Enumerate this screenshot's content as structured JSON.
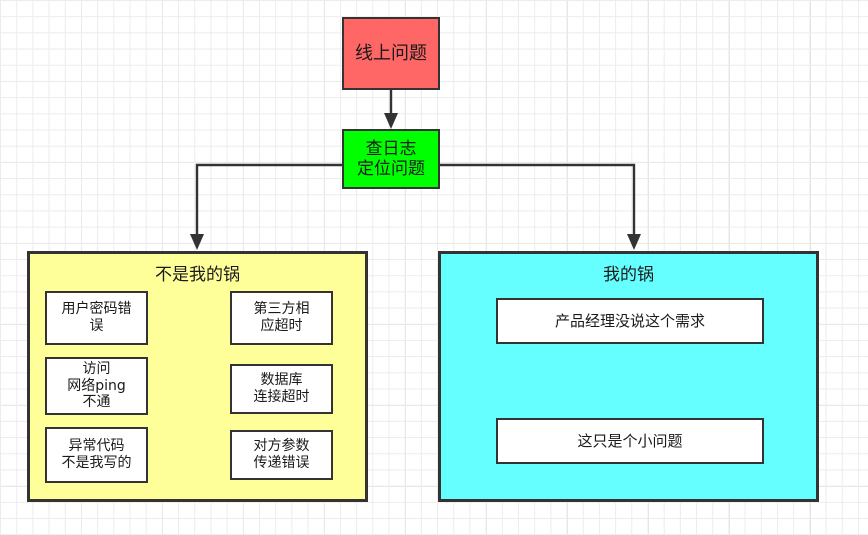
{
  "diagram": {
    "title_node": {
      "label": "线上问题",
      "color": "#ff6666"
    },
    "process_node": {
      "label": "查日志\n定位问题",
      "color": "#00ff00"
    },
    "groups": [
      {
        "name": "not-my-fault",
        "title": "不是我的锅",
        "color": "#ffff99",
        "items": [
          {
            "name": "user-password",
            "label": "用户密码错\n误"
          },
          {
            "name": "network-ping",
            "label": "访问\n网络ping\n不通"
          },
          {
            "name": "exception-code",
            "label": "异常代码\n不是我写的"
          },
          {
            "name": "third-party",
            "label": "第三方相\n应超时"
          },
          {
            "name": "db-timeout",
            "label": "数据库\n连接超时"
          },
          {
            "name": "param-error",
            "label": "对方参数\n传递错误"
          }
        ]
      },
      {
        "name": "my-fault",
        "title": "我的锅",
        "color": "#66ffff",
        "items": [
          {
            "name": "pm-no-request",
            "label": "产品经理没说这个需求"
          },
          {
            "name": "small-issue",
            "label": "这只是个小问题"
          }
        ]
      }
    ],
    "connectors": [
      {
        "name": "online-issue-to-check-log",
        "from": "线上问题",
        "to": "查日志定位问题"
      },
      {
        "name": "check-log-to-not-my-fault",
        "from": "查日志定位问题",
        "to": "不是我的锅"
      },
      {
        "name": "check-log-to-my-fault",
        "from": "查日志定位问题",
        "to": "我的锅"
      }
    ],
    "stroke_color": "#333333",
    "background_color": "#ffffff",
    "grid_color": "#e0e0e0"
  }
}
